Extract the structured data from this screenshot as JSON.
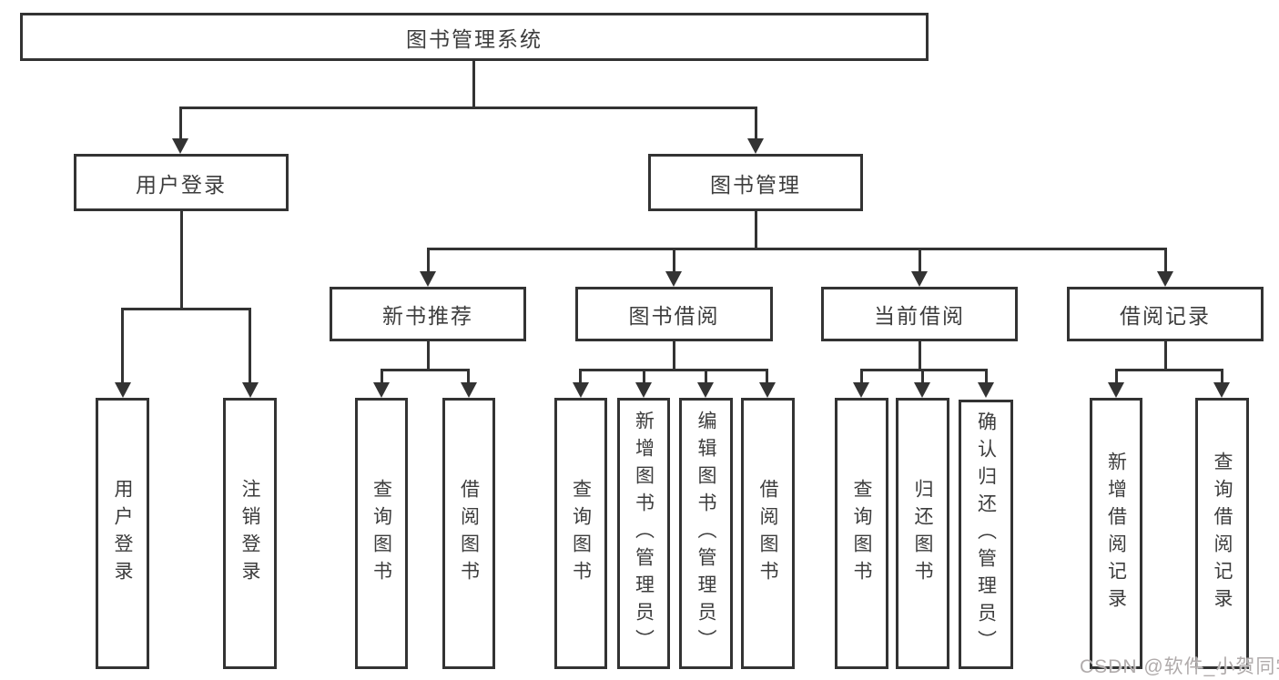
{
  "diagram": {
    "title": "图书管理系统",
    "level2": {
      "user_login": "用户登录",
      "book_mgmt": "图书管理"
    },
    "level3": {
      "new_book": "新书推荐",
      "book_borrow": "图书借阅",
      "current_borrow": "当前借阅",
      "borrow_record": "借阅记录"
    },
    "leaves": {
      "user_login": {
        "login": "用户登录",
        "logout": "注销登录"
      },
      "new_book": {
        "query": "查询图书",
        "borrow": "借阅图书"
      },
      "book_borrow": {
        "query": "查询图书",
        "add": "新增图书（管理员）",
        "edit": "编辑图书（管理员）",
        "borrow": "借阅图书"
      },
      "current_borrow": {
        "query": "查询图书",
        "return": "归还图书",
        "confirm": "确认归还（管理员）"
      },
      "borrow_record": {
        "add": "新增借阅记录",
        "query": "查询借阅记录"
      }
    }
  },
  "watermark": {
    "text": "CSDN @软件_小贺同学"
  },
  "colors": {
    "line": "#333333",
    "text": "#3d3d3d",
    "watermark": "#b0abab",
    "background": "#ffffff"
  }
}
